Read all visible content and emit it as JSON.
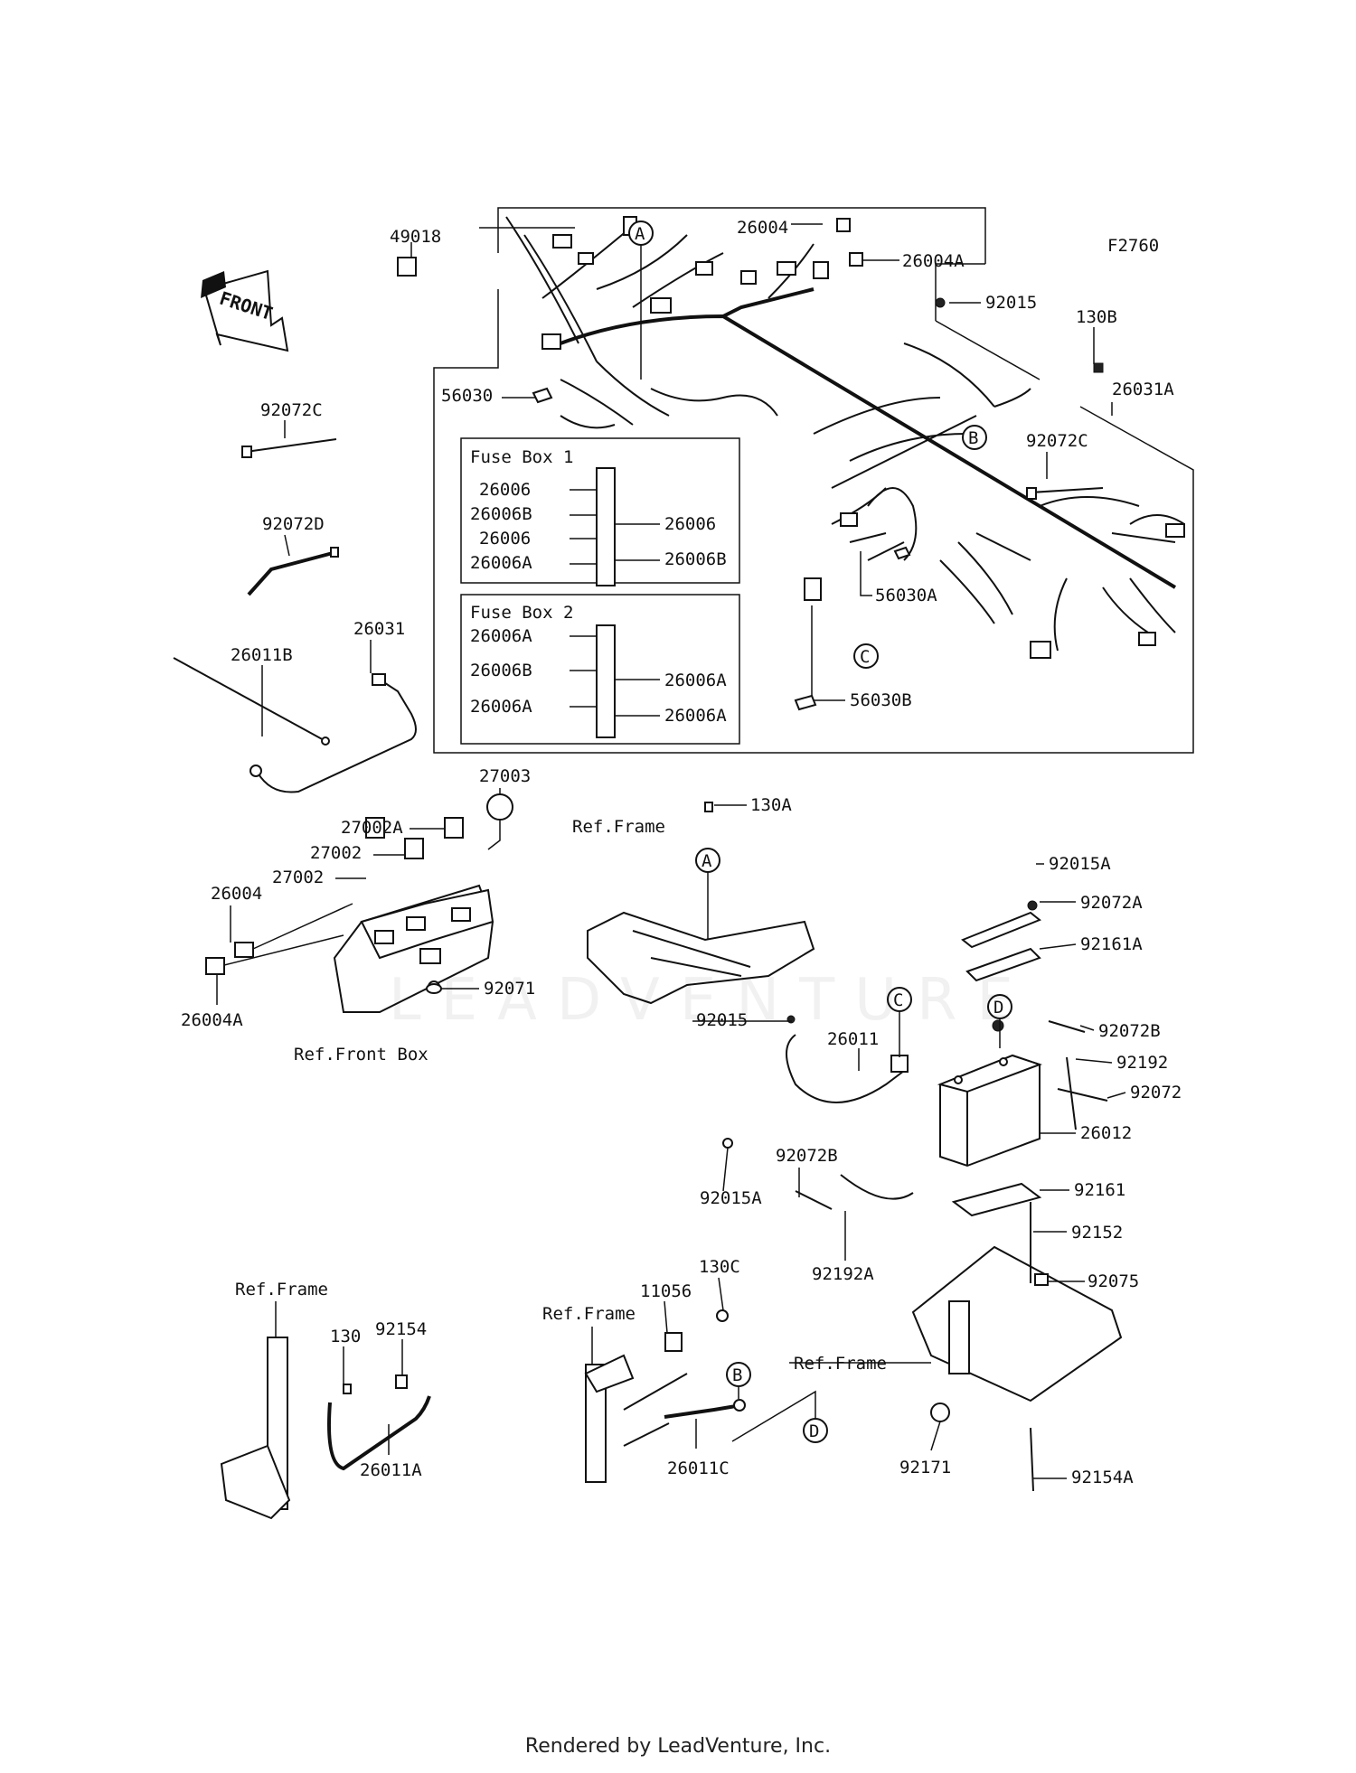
{
  "figure_code": "F2760",
  "front_arrow": "FRONT",
  "watermark": "LEADVENTURE",
  "footer": "Rendered by LeadVenture, Inc.",
  "fuse_box_1": {
    "title": "Fuse Box 1",
    "left": [
      "26006",
      "26006B",
      "26006",
      "26006A"
    ],
    "right": [
      "26006",
      "26006B"
    ]
  },
  "fuse_box_2": {
    "title": "Fuse Box 2",
    "left": [
      "26006A",
      "26006B",
      "26006A"
    ],
    "right": [
      "26006A",
      "26006A"
    ]
  },
  "ref_labels": {
    "ref_frame": "Ref.Frame",
    "ref_front_box": "Ref.Front Box"
  },
  "callouts": [
    "A",
    "B",
    "C",
    "D"
  ],
  "part_numbers": [
    "49018",
    "26004",
    "26004A",
    "92015",
    "130B",
    "26031A",
    "56030",
    "92072C",
    "56030A",
    "56030B",
    "92072D",
    "26031",
    "26011B",
    "27003",
    "27002A",
    "27002",
    "92071",
    "130A",
    "92015A",
    "92072A",
    "92161A",
    "26011",
    "92072B",
    "92192",
    "92072",
    "26012",
    "92161",
    "92192A",
    "92152",
    "92075",
    "130",
    "92154",
    "26011A",
    "11056",
    "130C",
    "26011C",
    "92171",
    "92154A"
  ]
}
